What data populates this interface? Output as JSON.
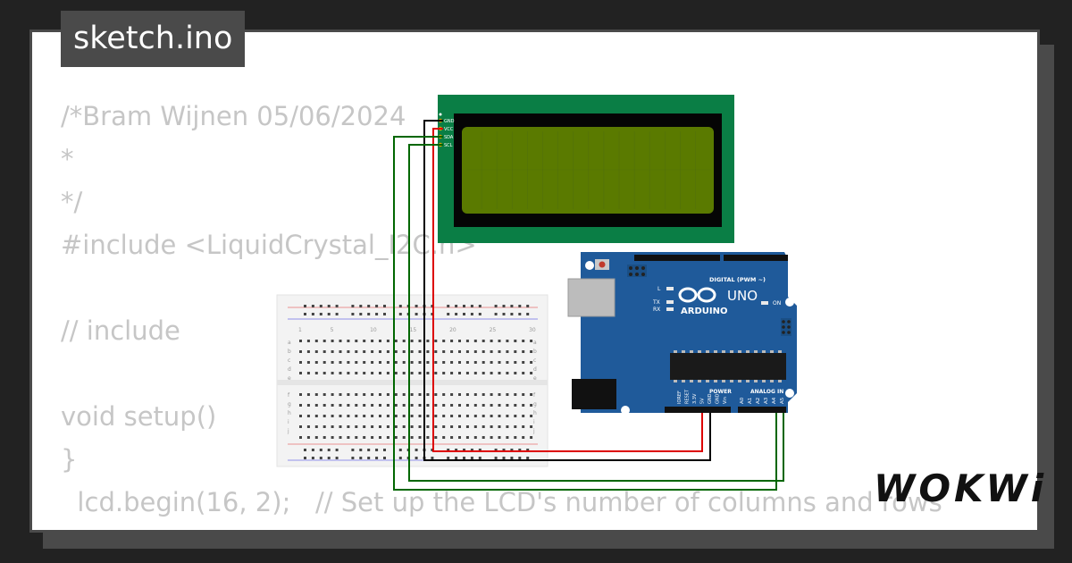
{
  "sketch": {
    "title": "sketch.ino"
  },
  "code_lines": [
    "/*Bram Wijnen 05/06/2024",
    "*",
    "*/",
    "#include <LiquidCrystal_I2C.h>",
    "",
    "// include",
    "",
    "void setup()",
    "}",
    "  lcd.begin(16, 2);   // Set up the LCD's number of columns and rows"
  ],
  "lcd": {
    "pins": [
      "GND",
      "VCC",
      "SDA",
      "SCL"
    ],
    "color": "#0a7e45",
    "screen_color": "#5a7a00"
  },
  "arduino": {
    "logo_text": "ARDUINO",
    "model": "UNO",
    "digital_label": "DIGITAL (PWM ~)",
    "power_label": "POWER",
    "analog_label": "ANALOG IN",
    "on_label": "ON",
    "tx_label": "TX",
    "rx_label": "RX",
    "l_label": "L",
    "analog_pins": [
      "A0",
      "A1",
      "A2",
      "A3",
      "A4",
      "A5"
    ],
    "power_pins": [
      "IOREF",
      "RESET",
      "3.3V",
      "5V",
      "GND",
      "GND",
      "Vin"
    ],
    "board_color": "#1f5a9a"
  },
  "breadboard": {
    "column_numbers": [
      "1",
      "5",
      "10",
      "15",
      "20",
      "25",
      "30"
    ],
    "row_letters_top": [
      "a",
      "b",
      "c",
      "d",
      "e"
    ],
    "row_letters_bottom": [
      "f",
      "g",
      "h",
      "i",
      "j"
    ]
  },
  "wires": {
    "colors": {
      "gnd": "#000000",
      "vcc": "#dd0000",
      "data": "#006600"
    }
  },
  "brand": {
    "name": "WOKWi"
  }
}
